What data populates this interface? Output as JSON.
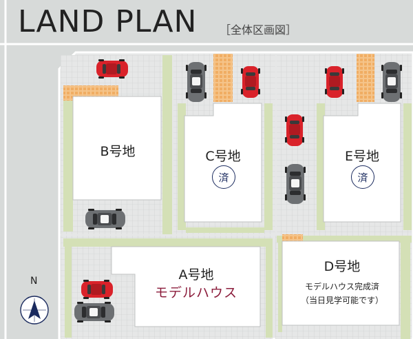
{
  "title": "LAND PLAN",
  "subtitle": "［全体区画図］",
  "compass": {
    "label": "N"
  },
  "lots": {
    "A": {
      "label": "A号地",
      "note": "モデルハウス"
    },
    "B": {
      "label": "B号地"
    },
    "C": {
      "label": "C号地",
      "badge": "済"
    },
    "D": {
      "label": "D号地",
      "note1": "モデルハウス完成済",
      "note2": "（当日見学可能です）"
    },
    "E": {
      "label": "E号地",
      "badge": "済"
    }
  },
  "colors": {
    "road": "#d7dad9",
    "paving": "#e4e5e5",
    "grass": "#d4e0b6",
    "building": "#ffffff",
    "accent_text": "#8b1c3b",
    "badge": "#1a2a5e",
    "red_car": "#d9222a",
    "gray_car": "#6d7073",
    "tile_orange": "#f2b26e"
  }
}
